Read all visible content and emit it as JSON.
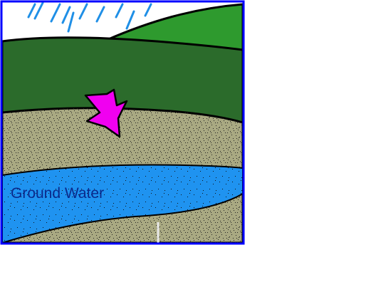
{
  "diagram": {
    "labels": {
      "ground_water": "Ground Water"
    },
    "layers": [
      "rain",
      "sky",
      "far-hill",
      "grass-field",
      "soil",
      "ground-water",
      "bedrock"
    ],
    "colors": {
      "sky": "#ffffff",
      "rain": "#1f8fe6",
      "far_hill": "#2e9a2e",
      "grass_field": "#2b6b2b",
      "soil": "#a9a982",
      "ground_water": "#1f93f0",
      "arrow": "#f000f0",
      "outline": "#000000",
      "border": "#0000ff",
      "label": "#0a2a8c"
    }
  }
}
